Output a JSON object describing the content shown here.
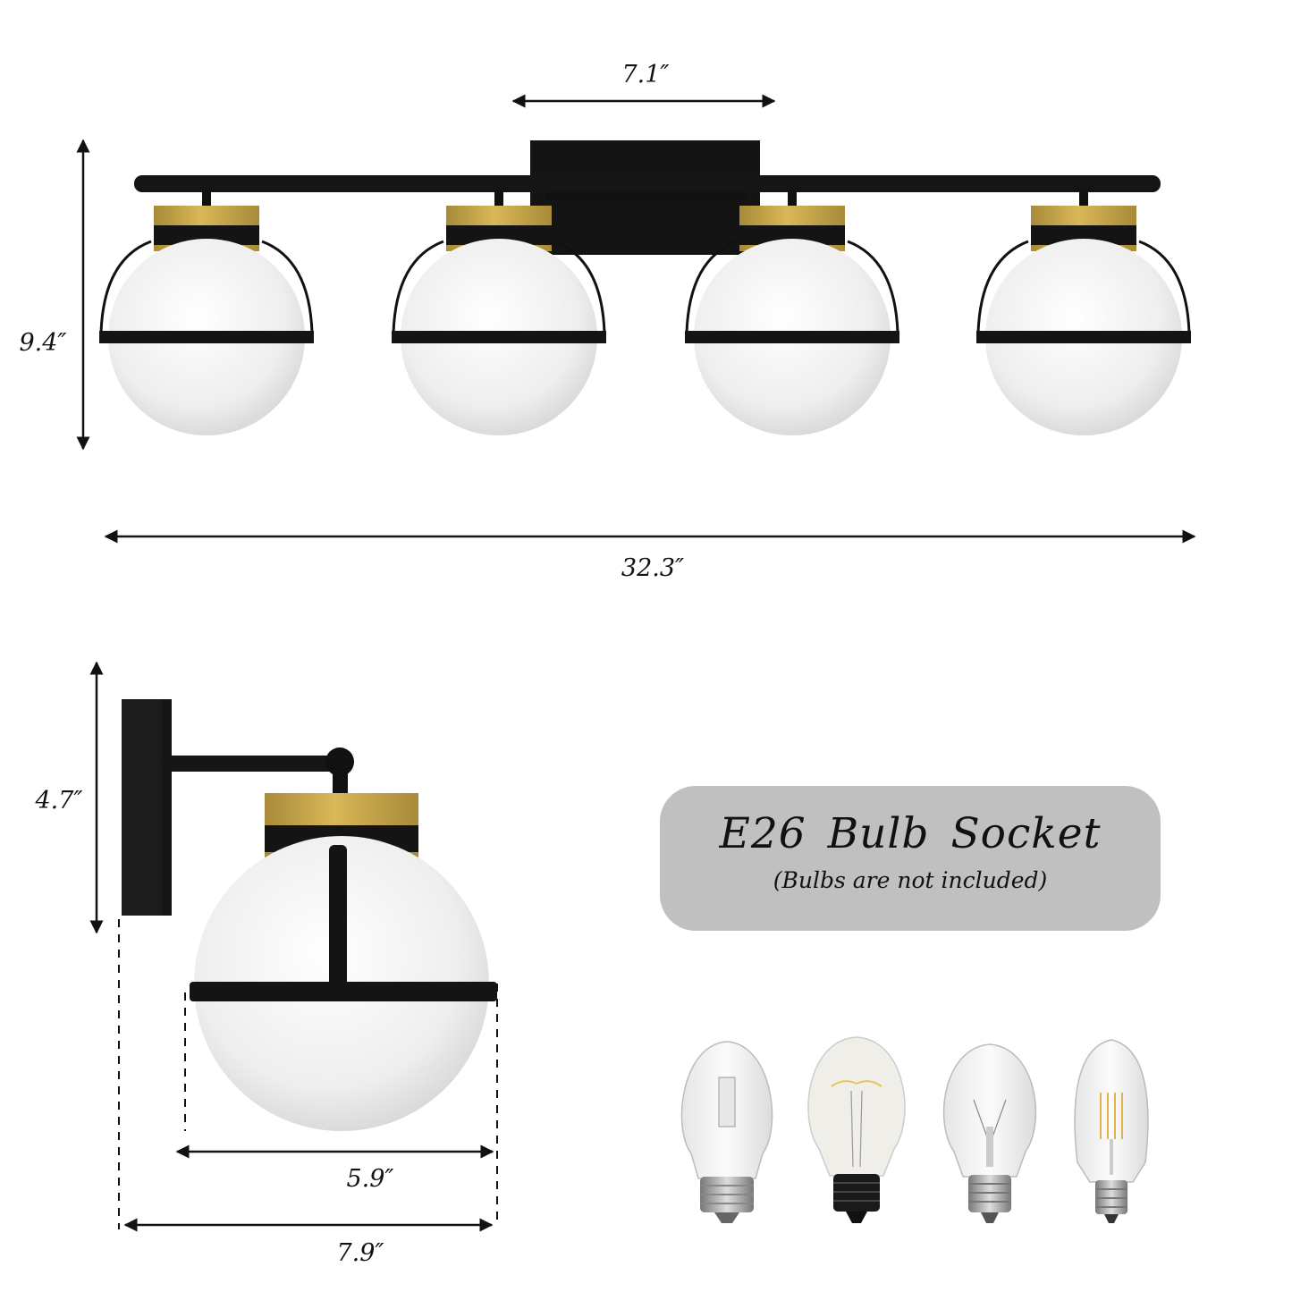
{
  "front_view": {
    "fixture_count": 4,
    "dimensions": {
      "backplate_width": "7.1″",
      "height": "9.4″",
      "overall_width": "32.3″"
    }
  },
  "side_view": {
    "dimensions": {
      "backplate_height": "4.7″",
      "globe_diameter": "5.9″",
      "extension": "7.9″"
    }
  },
  "socket_info": {
    "title": "E26 Bulb Socket",
    "subtitle": "(Bulbs are not included)"
  },
  "bulbs": [
    {
      "type": "halogen-a19"
    },
    {
      "type": "incandescent-a19-frosted"
    },
    {
      "type": "incandescent-a19-clear"
    },
    {
      "type": "led-filament-st64"
    }
  ],
  "colors": {
    "metal_black": "#111111",
    "brass": "#c9a544",
    "globe_white": "#f2f2f2",
    "label_box": "#c0c0c0",
    "text": "#111111"
  }
}
